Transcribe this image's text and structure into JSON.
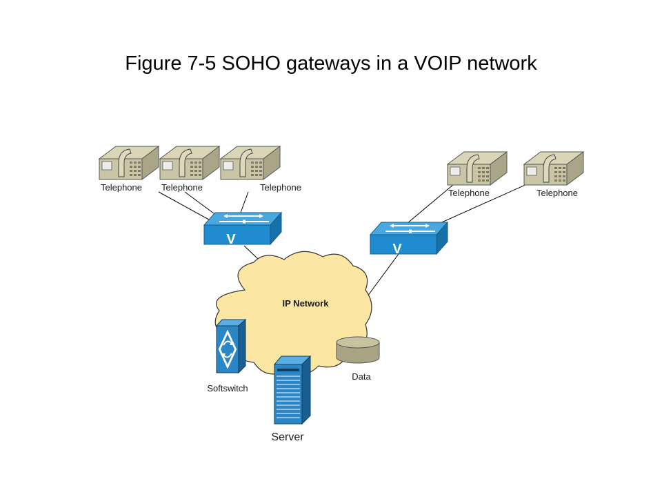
{
  "title": "Figure 7-5 SOHO gateways in a VOIP network",
  "phones": [
    {
      "label": "Telephone"
    },
    {
      "label": "Telephone"
    },
    {
      "label": "Telephone"
    },
    {
      "label": "Telephone"
    },
    {
      "label": "Telephone"
    }
  ],
  "gateways": [
    {
      "icon": "voice-switch-icon",
      "letter": "V"
    },
    {
      "icon": "voice-switch-icon",
      "letter": "V"
    }
  ],
  "network": {
    "label": "IP Network"
  },
  "softswitch": {
    "label": "Softswitch"
  },
  "server": {
    "label": "Server"
  },
  "data": {
    "label": "Data"
  },
  "colors": {
    "cloud_fill": "#fce6a4",
    "gateway_blue": "#1f8ccf",
    "phone_fill": "#c9c6a6",
    "device_blue": "#2b86c6",
    "database_fill": "#c6c39f"
  }
}
